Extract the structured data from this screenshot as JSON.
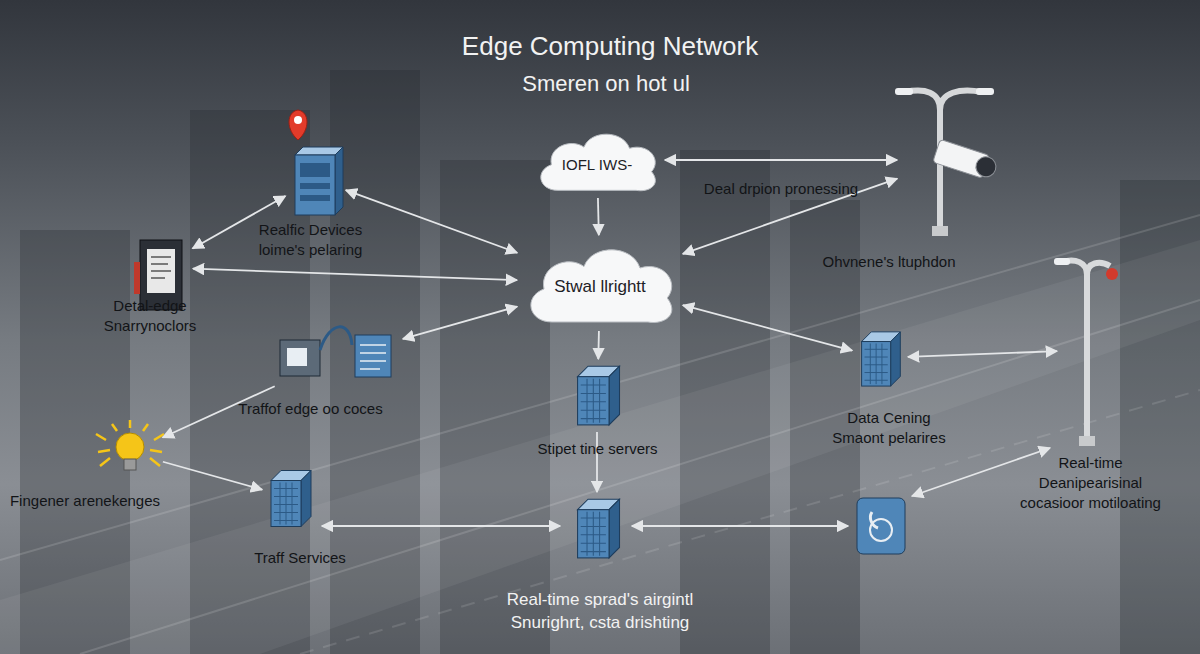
{
  "diagram": {
    "title": "Edge Computing Network",
    "caption": "Real-time sprad's airgintl Snurighrt, csta drishting",
    "nodes": [
      {
        "text": [
          "IOFL IWS-"
        ]
      },
      {
        "text": [
          "Realfic Devices loime's pelaring"
        ]
      },
      {
        "text": [
          "Ohvnene's ltuphdon"
        ]
      },
      {
        "text": [
          "Detal-edge Snarrynoclors"
        ]
      },
      {
        "text": [
          "Stwal llrightt"
        ]
      },
      {
        "text": [
          "Traffof edge oo coces"
        ]
      },
      {
        "text": [
          "Data Cening Smaont pelarires"
        ]
      },
      {
        "text": [
          "Real-time Deanipearisinal cocasioor motiloating"
        ]
      },
      {
        "text": [
          "Stipet tine servers"
        ]
      },
      {
        "text": [
          "Fingener arenekenges"
        ]
      },
      {
        "text": [
          "Traff Services"
        ]
      }
    ],
    "edges": [
      {
        "from": 0,
        "to": 2,
        "arrow": "both",
        "label": "Deal drpion pronessing"
      },
      {
        "from": 0,
        "to": 4,
        "arrow": "to"
      },
      {
        "from": 3,
        "to": 1,
        "arrow": "both"
      },
      {
        "from": 1,
        "to": 4,
        "arrow": "both"
      },
      {
        "from": 3,
        "to": 4,
        "arrow": "both"
      },
      {
        "from": 5,
        "to": 4,
        "arrow": "both"
      },
      {
        "from": 4,
        "to": 2,
        "arrow": "both"
      },
      {
        "from": 4,
        "to": 6,
        "arrow": "both"
      },
      {
        "from": 4,
        "to": 8,
        "arrow": "to"
      },
      {
        "from": 6,
        "to": 7,
        "arrow": "both"
      },
      {
        "from": 5,
        "to": 9,
        "arrow": "to"
      },
      {
        "from": 9,
        "to": 10,
        "arrow": "to"
      }
    ],
    "labels": [
      "Smeren on hot ul"
    ]
  }
}
